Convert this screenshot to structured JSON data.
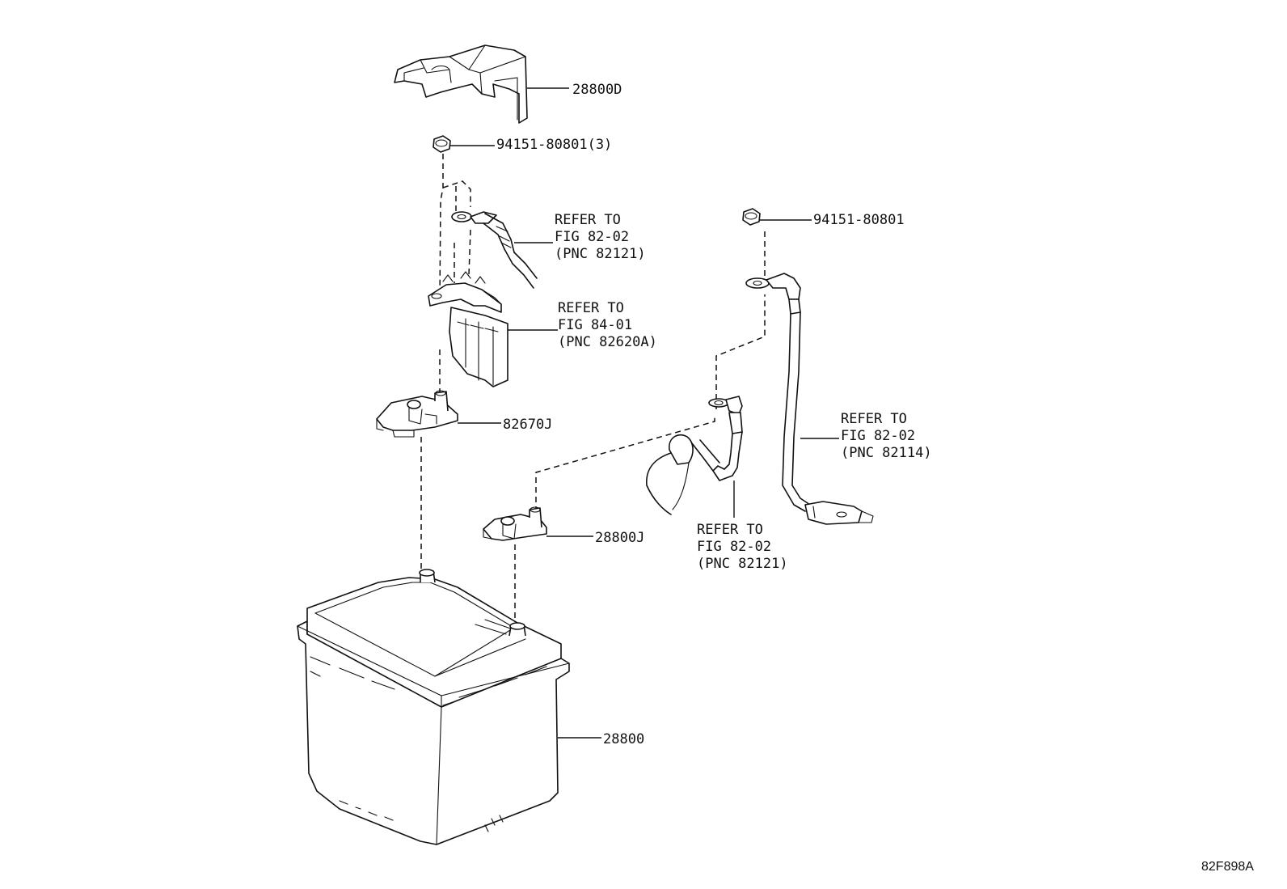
{
  "callouts": {
    "cover": "28800D",
    "nut_top": "94151-80801(3)",
    "ref_cable_top": [
      "REFER TO",
      "FIG 82-02",
      "(PNC 82121)"
    ],
    "ref_fusible": [
      "REFER TO",
      "FIG 84-01",
      "(PNC 82620A)"
    ],
    "clamp_positive": "82670J",
    "nut_right": "94151-80801",
    "ref_cable_right": [
      "REFER TO",
      "FIG 82-02",
      "(PNC 82114)"
    ],
    "clamp_negative": "28800J",
    "ref_cable_sensor": [
      "REFER TO",
      "FIG 82-02",
      "(PNC 82121)"
    ],
    "battery": "28800"
  },
  "figure_code": "82F898A"
}
